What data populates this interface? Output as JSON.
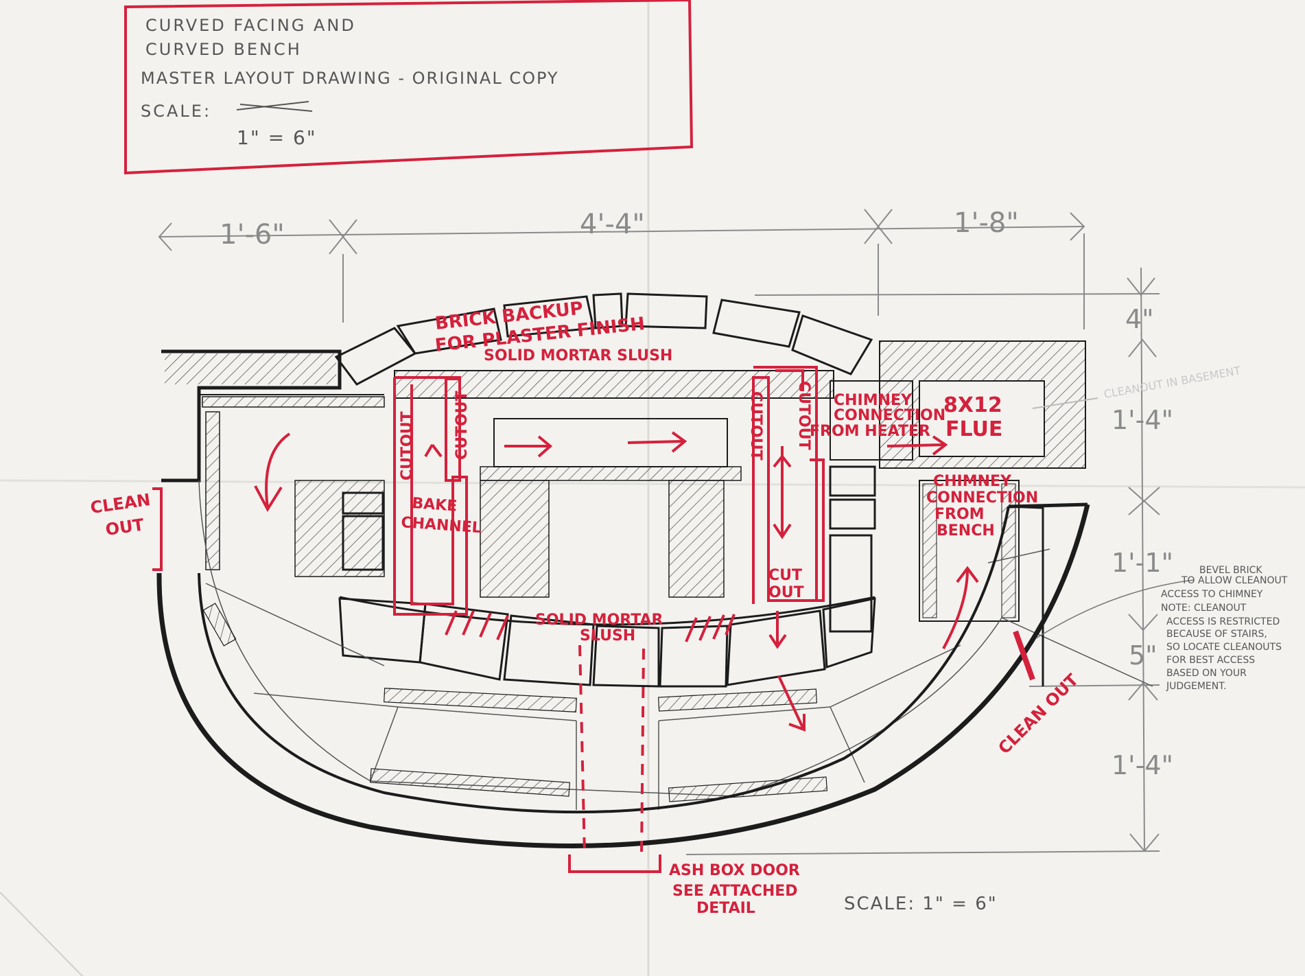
{
  "title_block": {
    "line1": "CURVED FACING AND",
    "line2": "CURVED BENCH",
    "line3": "MASTER LAYOUT DRAWING  - ORIGINAL COPY",
    "scale_label": "SCALE:",
    "scale_value": "1\" = 6\""
  },
  "dimensions": {
    "top_left": "1'-6\"",
    "top_middle": "4'-4\"",
    "top_right": "1'-8\"",
    "right_1": "4\"",
    "right_2": "1'-4\"",
    "right_3": "1'-1\"",
    "right_4": "5\"",
    "right_5": "1'-4\""
  },
  "labels": {
    "brick_backup_1": "BRICK BACKUP",
    "brick_backup_2": "FOR PLASTER FINISH",
    "solid_mortar_top": "SOLID MORTAR SLUSH",
    "clean_out_left_1": "CLEAN",
    "clean_out_left_2": "OUT",
    "cutout_a": "CUTOUT",
    "cutout_b": "CUTOUT",
    "cutout_c": "CUTOUT",
    "cutout_d": "CUTOUT",
    "bake_channel_1": "BAKE",
    "bake_channel_2": "CHANNEL",
    "chimney_heater_1": "CHIMNEY",
    "chimney_heater_2": "CONNECTION",
    "chimney_heater_3": "FROM HEATER",
    "flue_1": "8X12",
    "flue_2": "FLUE",
    "chimney_bench_1": "CHIMNEY",
    "chimney_bench_2": "CONNECTION",
    "chimney_bench_3": "FROM",
    "chimney_bench_4": "BENCH",
    "cut_out_1": "CUT",
    "cut_out_2": "OUT",
    "solid_mortar_bottom_1": "SOLID MORTAR",
    "solid_mortar_bottom_2": "SLUSH",
    "clean_out_right": "CLEAN OUT",
    "ash_box_1": "ASH BOX DOOR",
    "ash_box_2": "SEE ATTACHED",
    "ash_box_3": "DETAIL",
    "scale_bottom": "SCALE: 1\" = 6\"",
    "basement_note": "CLEANOUT IN BASEMENT",
    "bevel_note": [
      "BEVEL BRICK",
      "TO ALLOW CLEANOUT",
      "ACCESS TO CHIMNEY",
      "NOTE: CLEANOUT",
      "ACCESS IS RESTRICTED",
      "BECAUSE OF STAIRS,",
      "SO LOCATE CLEANOUTS",
      "FOR BEST ACCESS",
      "BASED ON YOUR",
      "JUDGEMENT."
    ]
  },
  "colors": {
    "paper": "#f3f2ef",
    "ink_black": "#1c1c1c",
    "marker_red": "#d4213c",
    "dimension_gray": "#8a8a8a"
  }
}
